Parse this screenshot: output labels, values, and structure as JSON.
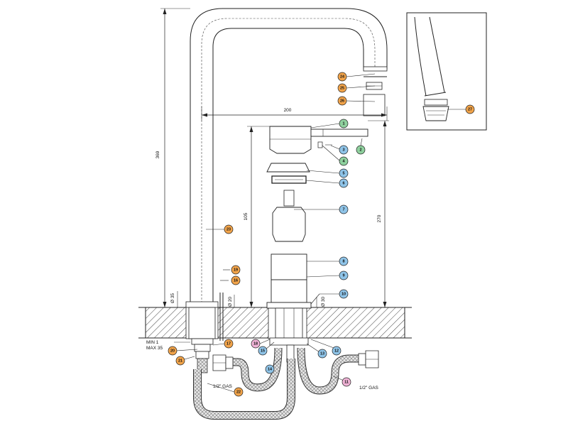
{
  "colors": {
    "green": "#8fd19e",
    "blue": "#8fc4e8",
    "orange": "#f2a44a",
    "pink": "#f0b3d6"
  },
  "dimensions": {
    "spout_height": "369",
    "spout_reach": "200",
    "body_height": "105",
    "total_height": "270",
    "base_left": "Ø 35",
    "base_mid": "Ø 20",
    "base_right": "Ø 30",
    "min_thickness": "MIN 1",
    "max_thickness": "MAX 35",
    "thread_left": "1/2\" GAS",
    "thread_right": "1/2\" GAS"
  },
  "parts": [
    {
      "id": "p1",
      "label": "1",
      "color": "green"
    },
    {
      "id": "p2",
      "label": "2",
      "color": "green"
    },
    {
      "id": "p3",
      "label": "3",
      "color": "blue"
    },
    {
      "id": "p4",
      "label": "4",
      "color": "green"
    },
    {
      "id": "p5",
      "label": "5",
      "color": "blue"
    },
    {
      "id": "p6",
      "label": "6",
      "color": "blue"
    },
    {
      "id": "p7",
      "label": "7",
      "color": "blue"
    },
    {
      "id": "p8",
      "label": "8",
      "color": "blue"
    },
    {
      "id": "p9",
      "label": "9",
      "color": "blue"
    },
    {
      "id": "p10",
      "label": "10",
      "color": "blue"
    },
    {
      "id": "p11",
      "label": "11",
      "color": "pink"
    },
    {
      "id": "p12",
      "label": "12",
      "color": "blue"
    },
    {
      "id": "p13",
      "label": "13",
      "color": "blue"
    },
    {
      "id": "p14",
      "label": "14",
      "color": "blue"
    },
    {
      "id": "p15",
      "label": "15",
      "color": "blue"
    },
    {
      "id": "p16",
      "label": "16",
      "color": "orange"
    },
    {
      "id": "p17",
      "label": "17",
      "color": "orange"
    },
    {
      "id": "p18",
      "label": "18",
      "color": "pink"
    },
    {
      "id": "p19",
      "label": "19",
      "color": "orange"
    },
    {
      "id": "p20",
      "label": "20",
      "color": "orange"
    },
    {
      "id": "p21",
      "label": "21",
      "color": "orange"
    },
    {
      "id": "p22",
      "label": "22",
      "color": "orange"
    },
    {
      "id": "p23",
      "label": "23",
      "color": "orange"
    },
    {
      "id": "p24",
      "label": "24",
      "color": "orange"
    },
    {
      "id": "p25",
      "label": "25",
      "color": "orange"
    },
    {
      "id": "p26",
      "label": "26",
      "color": "orange"
    },
    {
      "id": "p27",
      "label": "27",
      "color": "orange"
    }
  ]
}
